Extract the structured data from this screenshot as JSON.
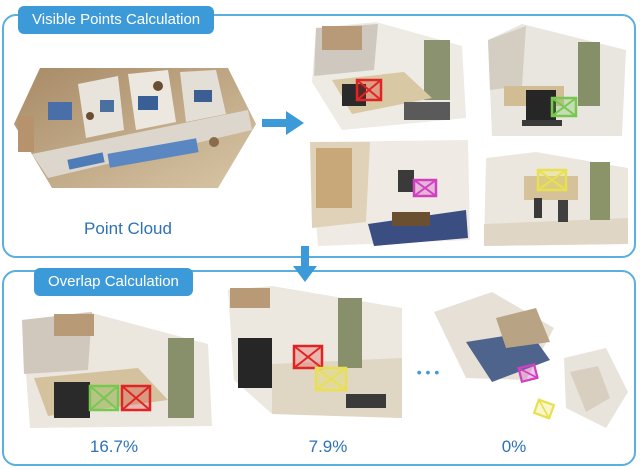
{
  "sections": {
    "visible": {
      "title": "Visible Points Calculation"
    },
    "overlap": {
      "title": "Overlap Calculation"
    }
  },
  "labels": {
    "point_cloud": "Point Cloud",
    "overlaps": [
      "16.7%",
      "7.9%",
      "0%"
    ],
    "ellipsis": "• • •"
  },
  "colors": {
    "frame": "#5aaee0",
    "tag": "#3d9ad8",
    "arrow": "#3d9ad8",
    "box_red": "#e02424",
    "box_green": "#78c850",
    "box_yellow": "#e8e050",
    "box_magenta": "#d040c0",
    "label_text": "#2d72b8"
  }
}
